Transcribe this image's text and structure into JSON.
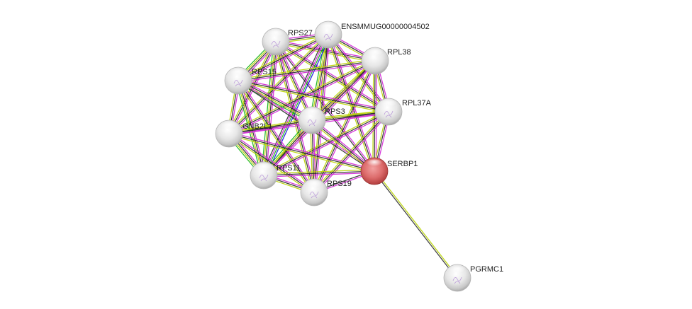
{
  "network": {
    "title": "Protein interaction network",
    "edge_colors": {
      "experiments": "#d126d6",
      "databases": "#2a2a2a",
      "textmining": "#b8d400",
      "coexpression": "#333333",
      "neighborhood": "#16b416",
      "fusion": "#1515e0"
    },
    "nodes": [
      {
        "id": "RPS27",
        "label": "RPS27",
        "color": "#e4e4e4",
        "query": false,
        "structure": true
      },
      {
        "id": "ENSMMUG00000004502",
        "label": "ENSMMUG00000004502",
        "color": "#e4e4e4",
        "query": false,
        "structure": true
      },
      {
        "id": "RPL38",
        "label": "RPL38",
        "color": "#e4e4e4",
        "query": false,
        "structure": false
      },
      {
        "id": "RPS15",
        "label": "RPS15",
        "color": "#e4e4e4",
        "query": false,
        "structure": true
      },
      {
        "id": "RPL37A",
        "label": "RPL37A",
        "color": "#e4e4e4",
        "query": false,
        "structure": true
      },
      {
        "id": "RPS3",
        "label": "RPS3",
        "color": "#e4e4e4",
        "query": false,
        "structure": true
      },
      {
        "id": "GNB2L1",
        "label": "GNB2L1",
        "color": "#e4e4e4",
        "query": false,
        "structure": false
      },
      {
        "id": "SERBP1",
        "label": "SERBP1",
        "color": "#d85a5a",
        "query": true,
        "structure": false
      },
      {
        "id": "RPS11",
        "label": "RPS11",
        "color": "#e4e4e4",
        "query": false,
        "structure": true
      },
      {
        "id": "RPS19",
        "label": "RPS19",
        "color": "#e4e4e4",
        "query": false,
        "structure": true
      },
      {
        "id": "PGRMC1",
        "label": "PGRMC1",
        "color": "#e4e4e4",
        "query": false,
        "structure": true
      }
    ],
    "edges": [
      {
        "a": "SERBP1",
        "b": "PGRMC1",
        "types": [
          "textmining",
          "coexpression"
        ]
      },
      {
        "a": "RPS27",
        "b": "ENSMMUG00000004502",
        "types": [
          "experiments",
          "databases",
          "textmining"
        ]
      },
      {
        "a": "RPS27",
        "b": "RPL38",
        "types": [
          "experiments",
          "databases",
          "textmining"
        ]
      },
      {
        "a": "RPS27",
        "b": "RPS15",
        "types": [
          "experiments",
          "databases",
          "textmining",
          "neighborhood"
        ]
      },
      {
        "a": "RPS27",
        "b": "RPL37A",
        "types": [
          "experiments",
          "databases",
          "textmining"
        ]
      },
      {
        "a": "RPS27",
        "b": "RPS3",
        "types": [
          "experiments",
          "databases",
          "textmining"
        ]
      },
      {
        "a": "RPS27",
        "b": "GNB2L1",
        "types": [
          "experiments",
          "databases",
          "textmining"
        ]
      },
      {
        "a": "RPS27",
        "b": "SERBP1",
        "types": [
          "experiments",
          "databases"
        ]
      },
      {
        "a": "RPS27",
        "b": "RPS11",
        "types": [
          "experiments",
          "databases",
          "textmining",
          "neighborhood"
        ]
      },
      {
        "a": "RPS27",
        "b": "RPS19",
        "types": [
          "experiments",
          "databases",
          "textmining"
        ]
      },
      {
        "a": "ENSMMUG00000004502",
        "b": "RPL38",
        "types": [
          "experiments",
          "databases",
          "textmining"
        ]
      },
      {
        "a": "ENSMMUG00000004502",
        "b": "RPS15",
        "types": [
          "experiments",
          "databases",
          "textmining"
        ]
      },
      {
        "a": "ENSMMUG00000004502",
        "b": "RPL37A",
        "types": [
          "experiments",
          "databases",
          "textmining"
        ]
      },
      {
        "a": "ENSMMUG00000004502",
        "b": "RPS3",
        "types": [
          "experiments",
          "databases",
          "textmining",
          "neighborhood"
        ]
      },
      {
        "a": "ENSMMUG00000004502",
        "b": "GNB2L1",
        "types": [
          "experiments",
          "databases",
          "textmining"
        ]
      },
      {
        "a": "ENSMMUG00000004502",
        "b": "SERBP1",
        "types": [
          "experiments",
          "databases",
          "textmining"
        ]
      },
      {
        "a": "ENSMMUG00000004502",
        "b": "RPS11",
        "types": [
          "fusion",
          "neighborhood",
          "experiments",
          "databases"
        ]
      },
      {
        "a": "ENSMMUG00000004502",
        "b": "RPS19",
        "types": [
          "experiments",
          "databases",
          "textmining"
        ]
      },
      {
        "a": "RPL38",
        "b": "RPS15",
        "types": [
          "experiments",
          "databases",
          "textmining"
        ]
      },
      {
        "a": "RPL38",
        "b": "RPL37A",
        "types": [
          "experiments",
          "databases",
          "textmining"
        ]
      },
      {
        "a": "RPL38",
        "b": "RPS3",
        "types": [
          "experiments",
          "databases",
          "textmining"
        ]
      },
      {
        "a": "RPL38",
        "b": "GNB2L1",
        "types": [
          "experiments",
          "databases",
          "textmining"
        ]
      },
      {
        "a": "RPL38",
        "b": "SERBP1",
        "types": [
          "experiments",
          "databases",
          "textmining"
        ]
      },
      {
        "a": "RPL38",
        "b": "RPS11",
        "types": [
          "experiments",
          "databases",
          "textmining"
        ]
      },
      {
        "a": "RPL38",
        "b": "RPS19",
        "types": [
          "experiments",
          "databases",
          "textmining"
        ]
      },
      {
        "a": "RPS15",
        "b": "RPL37A",
        "types": [
          "experiments",
          "databases",
          "textmining"
        ]
      },
      {
        "a": "RPS15",
        "b": "RPS3",
        "types": [
          "experiments",
          "databases",
          "textmining",
          "neighborhood"
        ]
      },
      {
        "a": "RPS15",
        "b": "GNB2L1",
        "types": [
          "experiments",
          "databases",
          "textmining"
        ]
      },
      {
        "a": "RPS15",
        "b": "SERBP1",
        "types": [
          "experiments",
          "databases"
        ]
      },
      {
        "a": "RPS15",
        "b": "RPS11",
        "types": [
          "experiments",
          "databases",
          "textmining",
          "neighborhood"
        ]
      },
      {
        "a": "RPS15",
        "b": "RPS19",
        "types": [
          "experiments",
          "databases",
          "textmining"
        ]
      },
      {
        "a": "RPL37A",
        "b": "RPS3",
        "types": [
          "experiments",
          "databases",
          "textmining"
        ]
      },
      {
        "a": "RPL37A",
        "b": "GNB2L1",
        "types": [
          "experiments",
          "databases",
          "textmining"
        ]
      },
      {
        "a": "RPL37A",
        "b": "SERBP1",
        "types": [
          "experiments",
          "databases",
          "textmining"
        ]
      },
      {
        "a": "RPL37A",
        "b": "RPS11",
        "types": [
          "experiments",
          "databases",
          "textmining"
        ]
      },
      {
        "a": "RPL37A",
        "b": "RPS19",
        "types": [
          "experiments",
          "databases",
          "textmining"
        ]
      },
      {
        "a": "RPS3",
        "b": "GNB2L1",
        "types": [
          "experiments",
          "databases",
          "textmining"
        ]
      },
      {
        "a": "RPS3",
        "b": "SERBP1",
        "types": [
          "experiments",
          "databases",
          "textmining"
        ]
      },
      {
        "a": "RPS3",
        "b": "RPS11",
        "types": [
          "experiments",
          "databases",
          "textmining",
          "neighborhood"
        ]
      },
      {
        "a": "RPS3",
        "b": "RPS19",
        "types": [
          "experiments",
          "databases",
          "textmining"
        ]
      },
      {
        "a": "GNB2L1",
        "b": "SERBP1",
        "types": [
          "experiments",
          "databases",
          "textmining"
        ]
      },
      {
        "a": "GNB2L1",
        "b": "RPS11",
        "types": [
          "experiments",
          "databases",
          "textmining",
          "neighborhood"
        ]
      },
      {
        "a": "GNB2L1",
        "b": "RPS19",
        "types": [
          "experiments",
          "databases",
          "textmining"
        ]
      },
      {
        "a": "SERBP1",
        "b": "RPS11",
        "types": [
          "experiments",
          "databases",
          "textmining"
        ]
      },
      {
        "a": "SERBP1",
        "b": "RPS19",
        "types": [
          "experiments",
          "databases"
        ]
      },
      {
        "a": "RPS11",
        "b": "RPS19",
        "types": [
          "experiments",
          "databases",
          "textmining"
        ]
      }
    ]
  }
}
